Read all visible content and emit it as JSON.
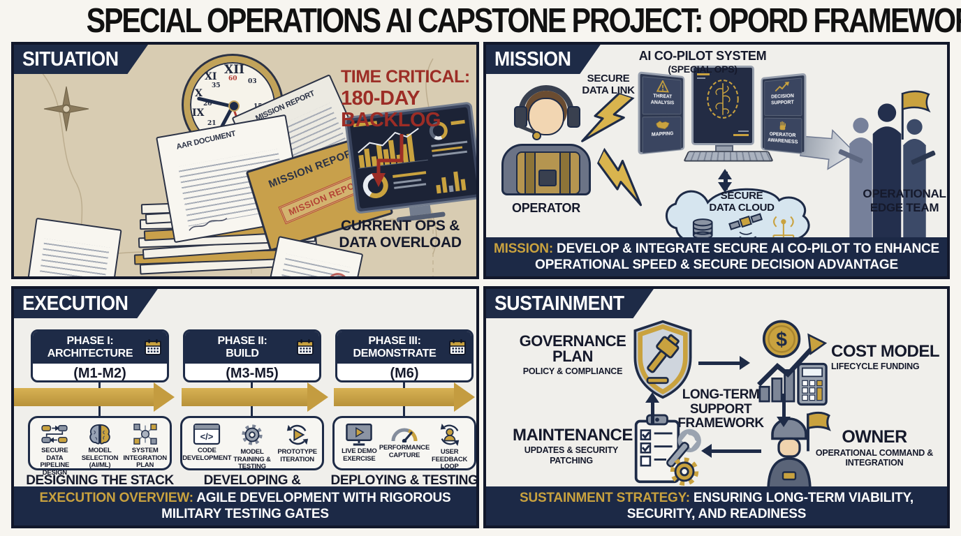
{
  "title": "SPECIAL OPERATIONS AI CAPSTONE PROJECT: OPORD FRAMEWORK",
  "colors": {
    "navy": "#1e2b47",
    "gold": "#c9a23f",
    "parchment": "#d8ccb2",
    "alert_red": "#9c2d26",
    "panel_bg": "#f0efeb"
  },
  "situation": {
    "header": "SITUATION",
    "doc_label_1": "AAR DOCUMENT",
    "doc_label_2": "MISSION REPORT",
    "folder_label": "MISSION REPORT",
    "stamp": "MISSION REPORT",
    "clock": {
      "n12": "XII",
      "n11": "XI",
      "n10": "X",
      "n9": "IX",
      "red": "60",
      "m1": "35",
      "m2": "03",
      "m3": "21",
      "m4": "15",
      "m5": "20"
    },
    "alert_line1": "TIME CRITICAL:",
    "alert_line2": "180-DAY",
    "alert_line3": "BACKLOG",
    "caption_line1": "CURRENT OPS &",
    "caption_line2": "DATA OVERLOAD"
  },
  "mission": {
    "header": "MISSION",
    "system_title_1": "AI CO-PILOT SYSTEM",
    "system_title_2": "(SPECIAL OPS)",
    "link_1": "SECURE",
    "link_2": "DATA LINK",
    "operator_label": "OPERATOR",
    "screen_threat": "THREAT ANALYSIS",
    "screen_mapping": "MAPPING",
    "screen_decision": "DECISION SUPPORT",
    "screen_awareness": "OPERATOR AWARENESS",
    "cloud_1": "SECURE",
    "cloud_2": "DATA CLOUD",
    "team_1": "OPERATIONAL",
    "team_2": "EDGE TEAM",
    "banner_prefix": "MISSION:",
    "banner_rest": " DEVELOP & INTEGRATE SECURE AI CO-PILOT TO ENHANCE OPERATIONAL SPEED & SECURE DECISION ADVANTAGE"
  },
  "execution": {
    "header": "EXECUTION",
    "phases": [
      {
        "title_1": "PHASE I:",
        "title_2": "ARCHITECTURE",
        "months": "(M1-M2)",
        "items": [
          "SECURE DATA PIPELINE DESIGN",
          "MODEL SELECTION (AI/ML)",
          "SYSTEM INTEGRATION PLAN"
        ],
        "caption": "DESIGNING THE STACK"
      },
      {
        "title_1": "PHASE II:",
        "title_2": "BUILD",
        "months": "(M3-M5)",
        "items": [
          "CODE DEVELOPMENT",
          "MODEL TRAINING & TESTING",
          "PROTOTYPE ITERATION"
        ],
        "caption": "DEVELOPING & TRAINING"
      },
      {
        "title_1": "PHASE III:",
        "title_2": "DEMONSTRATE",
        "months": "(M6)",
        "items": [
          "LIVE DEMO EXERCISE",
          "PERFORMANCE CAPTURE",
          "USER FEEDBACK LOOP"
        ],
        "caption": "DEPLOYING & TESTING"
      }
    ],
    "banner_prefix": "EXECUTION OVERVIEW:",
    "banner_rest": " AGILE DEVELOPMENT WITH RIGOROUS MILITARY TESTING GATES"
  },
  "sustainment": {
    "header": "SUSTAINMENT",
    "governance_title": "GOVERNANCE PLAN",
    "governance_sub": "POLICY & COMPLIANCE",
    "cost_title": "COST MODEL",
    "cost_sub": "LIFECYCLE FUNDING",
    "center_label": "LONG-TERM SUPPORT FRAMEWORK",
    "maintenance_title": "MAINTENANCE",
    "maintenance_sub": "UPDATES & SECURITY PATCHING",
    "owner_title": "OWNER",
    "owner_sub": "OPERATIONAL COMMAND & INTEGRATION",
    "banner_prefix": "SUSTAINMENT STRATEGY:",
    "banner_rest": " ENSURING LONG-TERM VIABILITY, SECURITY, AND READINESS"
  }
}
